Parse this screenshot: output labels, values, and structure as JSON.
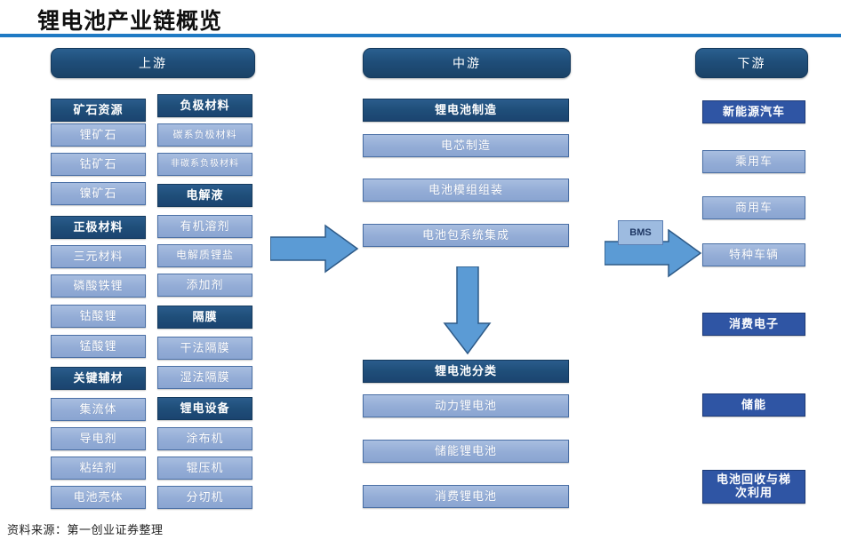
{
  "title": "锂电池产业链概览",
  "source_note": "资料来源：第一创业证券整理",
  "colors": {
    "rule": "#1F7AC4",
    "header_navy": "#1F4E79",
    "node_dark": "#1F4E79",
    "node_light": "#8FAADC",
    "node_solid": "#2F55A4",
    "arrow_blue": "#5B9BD5",
    "arrow_border": "#2E5A87",
    "bms_fill": "#9DBBE0"
  },
  "columns": {
    "upstream": {
      "header": "上游",
      "left_items": [
        {
          "label": "矿石资源",
          "style": "dark"
        },
        {
          "label": "锂矿石",
          "style": "light"
        },
        {
          "label": "钴矿石",
          "style": "light"
        },
        {
          "label": "镍矿石",
          "style": "light"
        },
        {
          "label": "正极材料",
          "style": "dark"
        },
        {
          "label": "三元材料",
          "style": "light"
        },
        {
          "label": "磷酸铁锂",
          "style": "light"
        },
        {
          "label": "钴酸锂",
          "style": "light"
        },
        {
          "label": "锰酸锂",
          "style": "light"
        },
        {
          "label": "关键辅材",
          "style": "dark"
        },
        {
          "label": "集流体",
          "style": "light"
        },
        {
          "label": "导电剂",
          "style": "light"
        },
        {
          "label": "粘结剂",
          "style": "light"
        },
        {
          "label": "电池壳体",
          "style": "light"
        }
      ],
      "right_items": [
        {
          "label": "负极材料",
          "style": "dark"
        },
        {
          "label": "碳系负极材料",
          "style": "light"
        },
        {
          "label": "非碳系负极材料",
          "style": "light"
        },
        {
          "label": "电解液",
          "style": "dark"
        },
        {
          "label": "有机溶剂",
          "style": "light"
        },
        {
          "label": "电解质锂盐",
          "style": "light"
        },
        {
          "label": "添加剂",
          "style": "light"
        },
        {
          "label": "隔膜",
          "style": "dark"
        },
        {
          "label": "干法隔膜",
          "style": "light"
        },
        {
          "label": "湿法隔膜",
          "style": "light"
        },
        {
          "label": "锂电设备",
          "style": "dark"
        },
        {
          "label": "涂布机",
          "style": "light"
        },
        {
          "label": "辊压机",
          "style": "light"
        },
        {
          "label": "分切机",
          "style": "light"
        }
      ]
    },
    "midstream": {
      "header": "中游",
      "group_manufacturing": [
        {
          "label": "锂电池制造",
          "style": "dark"
        },
        {
          "label": "电芯制造",
          "style": "light"
        },
        {
          "label": "电池模组组装",
          "style": "light"
        },
        {
          "label": "电池包系统集成",
          "style": "light"
        }
      ],
      "group_classification": [
        {
          "label": "锂电池分类",
          "style": "dark"
        },
        {
          "label": "动力锂电池",
          "style": "light"
        },
        {
          "label": "储能锂电池",
          "style": "light"
        },
        {
          "label": "消费锂电池",
          "style": "light"
        }
      ]
    },
    "downstream": {
      "header": "下游",
      "items": [
        {
          "label": "新能源汽车",
          "style": "solid"
        },
        {
          "label": "乘用车",
          "style": "light"
        },
        {
          "label": "商用车",
          "style": "light"
        },
        {
          "label": "特种车辆",
          "style": "light"
        },
        {
          "label": "消费电子",
          "style": "solid"
        },
        {
          "label": "储能",
          "style": "solid"
        },
        {
          "label": "电池回收与梯\n次利用",
          "style": "solid"
        }
      ]
    }
  },
  "connectors": {
    "bms_label": "BMS",
    "arrow_upstream_to_midstream": "right-arrow",
    "arrow_midstream_down": "down-arrow",
    "arrow_midstream_to_downstream": "right-arrow"
  }
}
